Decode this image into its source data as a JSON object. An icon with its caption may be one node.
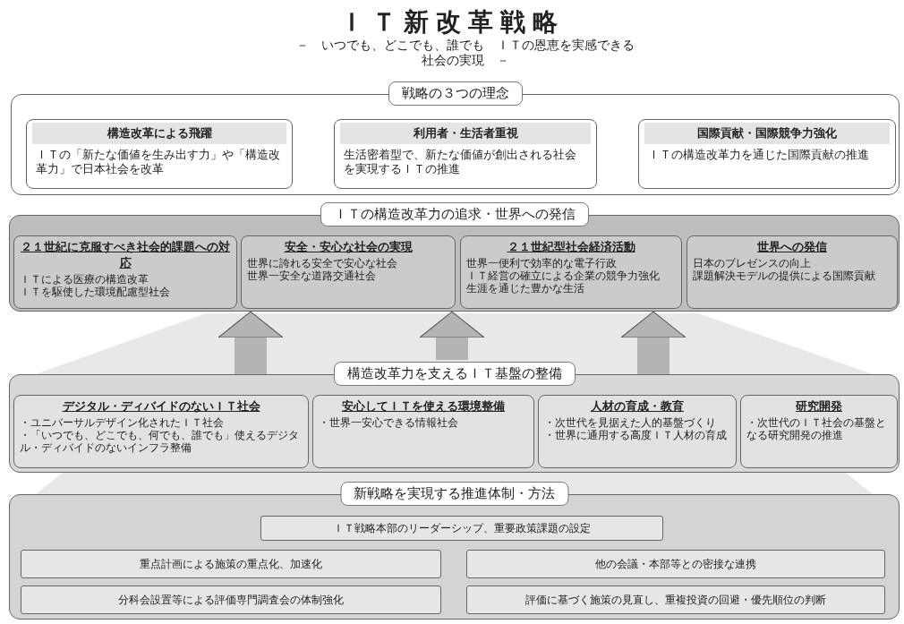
{
  "diagram": {
    "title": "ＩＴ新改革戦略",
    "nodes": [
      {
        "text": [
          "戦略の３つの理念"
        ]
      },
      {
        "text": [
          "構造改革による飛躍",
          "ＩＴの「新たな価値を生み出す力」や「構造改革力」で日本社会を改革"
        ],
        "in": 0
      },
      {
        "text": [
          "利用者・生活者重視",
          "生活密着型で、新たな価値が創出される社会を実現するＩＴの推進"
        ],
        "in": 0
      },
      {
        "text": [
          "国際貢献・国際競争力強化",
          "ＩＴの構造改革力を通じた国際貢献の推進"
        ],
        "in": 0
      },
      {
        "text": [
          "ＩＴの構造改革力の追求・世界への発信"
        ]
      },
      {
        "text": [
          "２１世紀に克服すべき社会的課題への対応",
          "ＩＴによる医療の構造改革",
          "ＩＴを駆使した環境配慮型社会"
        ],
        "in": 4
      },
      {
        "text": [
          "安全・安心な社会の実現",
          "世界に誇れる安全で安心な社会",
          "世界一安全な道路交通社会"
        ],
        "in": 4
      },
      {
        "text": [
          "２１世紀型社会経済活動",
          "世界一便利で効率的な電子行政",
          "ＩＴ経営の確立による企業の競争力強化",
          "生涯を通じた豊かな生活"
        ],
        "in": 4
      },
      {
        "text": [
          "世界への発信",
          "日本のプレゼンスの向上",
          "課題解決モデルの提供による国際貢献"
        ],
        "in": 4
      },
      {
        "text": [
          "構造改革力を支えるＩＴ基盤の整備"
        ]
      },
      {
        "text": [
          "デジタル・ディバイドのないＩＴ社会",
          "・ユニバーサルデザイン化されたＩＴ社会",
          "・「いつでも、どこでも、何でも、誰でも」使えるデジタル・ディバイドのないインフラ整備"
        ],
        "in": 9
      },
      {
        "text": [
          "安心してＩＴを使える環境整備",
          "・世界一安心できる情報社会"
        ],
        "in": 9
      },
      {
        "text": [
          "人材の育成・教育",
          "・次世代を見据えた人的基盤づくり",
          "・世界に通用する高度ＩＴ人材の育成"
        ],
        "in": 9
      },
      {
        "text": [
          "研究開発",
          "・次世代のＩＴ社会の基盤となる研究開発の推進"
        ],
        "in": 9
      },
      {
        "text": [
          "新戦略を実現する推進体制・方法"
        ]
      },
      {
        "text": [
          "ＩＴ戦略本部のリーダーシップ、重要政策課題の設定"
        ],
        "in": 14
      },
      {
        "text": [
          "重点計画による施策の重点化、加速化"
        ],
        "in": 14
      },
      {
        "text": [
          "他の会議・本部等との密接な連携"
        ],
        "in": 14
      },
      {
        "text": [
          "分科会設置等による評価専門調査会の体制強化"
        ],
        "in": 14
      },
      {
        "text": [
          "評価に基づく施策の見直し、重複投資の回避・優先順位の判断"
        ],
        "in": 14
      }
    ],
    "edges": [
      {
        "from": 9,
        "to": 4,
        "arrow": "to"
      },
      {
        "from": 9,
        "to": 4,
        "arrow": "to"
      },
      {
        "from": 9,
        "to": 4,
        "arrow": "to"
      }
    ],
    "labels": [
      "－　いつでも、どこでも、誰でも　ＩＴの恩恵を実感できる社会の実現　－"
    ]
  }
}
